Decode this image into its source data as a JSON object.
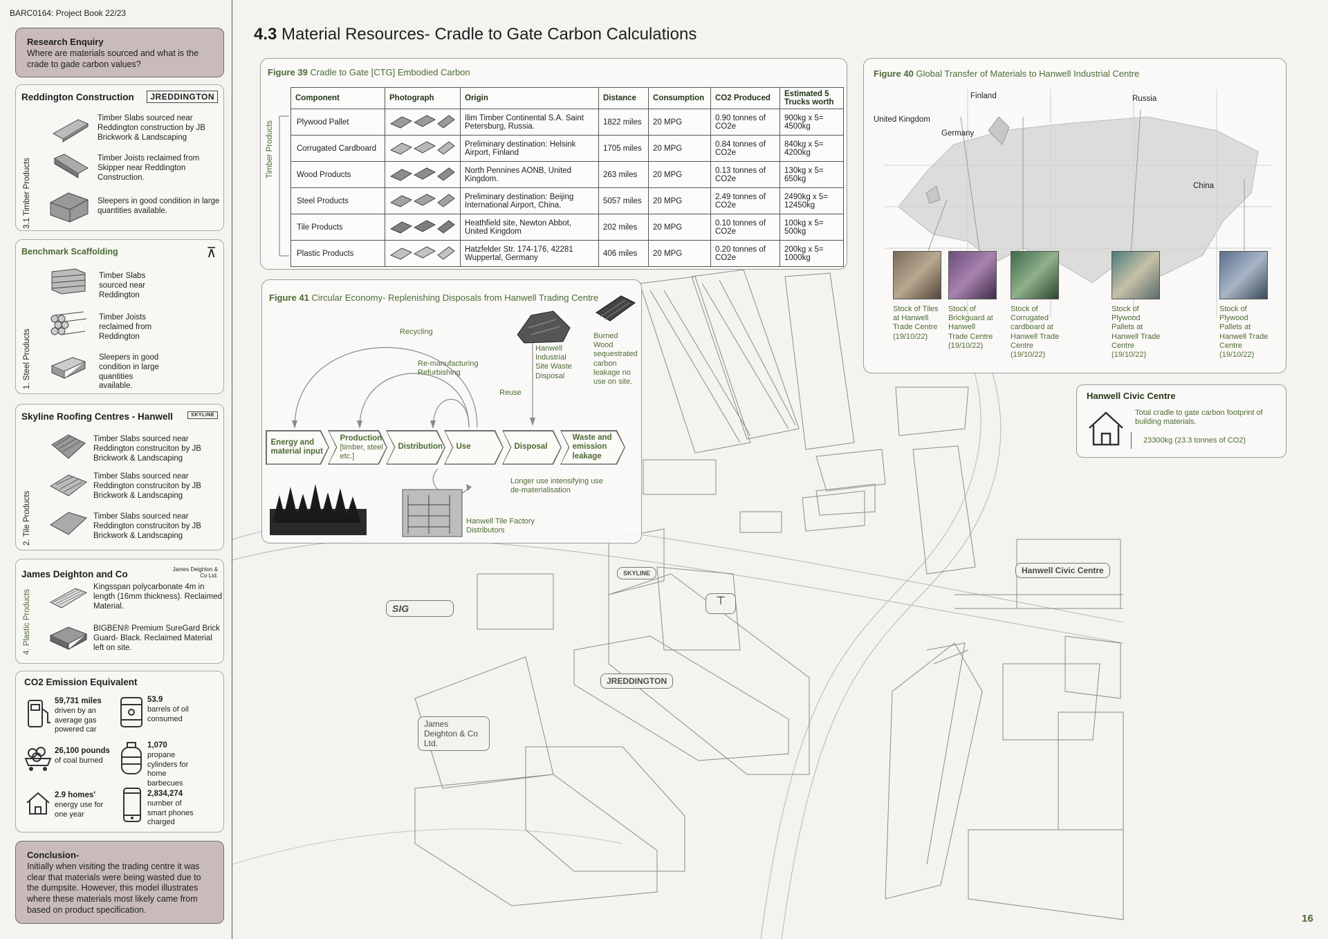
{
  "header": {
    "code": "BARC0164: Project Book 22/23",
    "page_number": "16"
  },
  "title": {
    "number": "4.3",
    "text": "Material Resources- Cradle to Gate Carbon Calculations"
  },
  "research": {
    "heading": "Research Enquiry",
    "text": "Where are materials sourced and what is the crade to gade carbon values?"
  },
  "suppliers": [
    {
      "name": "Reddington Construction",
      "logo": "JREDDINGTON",
      "category": "3.1 Timber Products",
      "items": [
        "Timber Slabs sourced near Reddington construction by JB Brickwork & Landscaping",
        "Timber Joists reclaimed from Skipper near Reddington Construction.",
        "Sleepers in good condition in large quantities available."
      ]
    },
    {
      "name": "Benchmark Scaffolding",
      "category": "1. Steel Products",
      "items": [
        "Timber Slabs sourced near Reddington",
        "Timber Joists reclaimed from Reddington",
        "Sleepers in good condition in large quantities available."
      ]
    },
    {
      "name": "Skyline Roofing Centres - Hanwell",
      "logo": "SKYLINE",
      "category": "2. Tile Products",
      "items": [
        "Timber Slabs sourced near Reddington construciton by JB Brickwork & Landscaping",
        "Timber Slabs sourced near Reddington construciton by JB Brickwork & Landscaping",
        "Timber Slabs sourced near Reddington construciton by JB Brickwork & Landscaping"
      ]
    },
    {
      "name": "James Deighton and Co",
      "logo": "James Deighton & Co Ltd.",
      "category": "4. Plastic Products",
      "items": [
        "Kingsspan polycarbonate 4m in length (16mm thickness). Reclaimed Material.",
        "BIGBEN® Premium SureGard Brick Guard- Black. Reclaimed Material left on site."
      ]
    }
  ],
  "co2_equivalent": {
    "heading": "CO2 Emission Equivalent",
    "items": [
      {
        "value": "59,731 miles",
        "desc": "driven by an average gas powered car",
        "icon": "fuel-pump-icon"
      },
      {
        "value": "53.9",
        "desc": "barrels of oil consumed",
        "icon": "oil-barrel-icon"
      },
      {
        "value": "26,100 pounds",
        "desc": "of coal burned",
        "icon": "coal-cart-icon"
      },
      {
        "value": "1,070",
        "desc": "propane cylinders for home barbecues",
        "icon": "propane-cylinder-icon"
      },
      {
        "value": "2.9 homes'",
        "desc": "energy use for one year",
        "icon": "house-icon"
      },
      {
        "value": "2,834,274",
        "desc": "number of smart phones charged",
        "icon": "smartphone-icon"
      }
    ]
  },
  "conclusion": {
    "heading": "Conclusion-",
    "text": "Initially when visiting the trading centre it was clear that materials were being wasted due to the dumpsite. However, this model illustrates where these materials most likely came from based on product specification."
  },
  "fig39": {
    "label": "Figure 39",
    "caption": "Cradle to Gate [CTG] Embodied Carbon",
    "group_label": "Timber Products",
    "headers": [
      "Component",
      "Photograph",
      "Origin",
      "Distance",
      "Consumption",
      "CO2 Produced",
      "Estimated 5 Trucks worth"
    ],
    "rows": [
      [
        "Plywood Pallet",
        "Ilim Timber Continental S.A. Saint Petersburg, Russia.",
        "1822 miles",
        "20 MPG",
        "0.90 tonnes of CO2e",
        "900kg x 5= 4500kg"
      ],
      [
        "Corrugated Cardboard",
        "Preliminary destination: Helsink Airport, Finland",
        "1705 miles",
        "20 MPG",
        "0.84 tonnes of CO2e",
        "840kg x 5= 4200kg"
      ],
      [
        "Wood Products",
        "North Pennines AONB, United Kingdom.",
        "263 miles",
        "20 MPG",
        "0.13 tonnes of CO2e",
        "130kg x 5= 650kg"
      ],
      [
        "Steel Products",
        "Preliminary destination: Beijing International Airport, China.",
        "5057 miles",
        "20 MPG",
        "2.49 tonnes of CO2e",
        "2490kg x 5= 12450kg"
      ],
      [
        "Tile Products",
        "Heathfield site, Newton Abbot, United Kingdom",
        "202 miles",
        "20 MPG",
        "0.10 tonnes of CO2e",
        "100kg x 5= 500kg"
      ],
      [
        "Plastic Products",
        "Hatzfelder Str. 174-176, 42281 Wuppertal, Germany",
        "406 miles",
        "20 MPG",
        "0.20 tonnes of CO2e",
        "200kg x 5= 1000kg"
      ]
    ]
  },
  "fig40": {
    "label": "Figure 40",
    "caption": "Global Transfer of Materials to Hanwell Industrial Centre",
    "countries": [
      "Finland",
      "Russia",
      "United Kingdom",
      "Germany",
      "China"
    ],
    "stocks": [
      "Stock of Tiles at Hanwell Trade Centre (19/10/22)",
      "Stock of Brickguard at Hanwell Trade Centre (19/10/22)",
      "Stock of Corrugated cardboard at Hanwell Trade Centre (19/10/22)",
      "Stock of Plywood Pallets at Hanwell Trade Centre (19/10/22)",
      "Stock of Plywood Pallets at Hanwell Trade Centre (19/10/22)"
    ]
  },
  "fig41": {
    "label": "Figure 41",
    "caption": "Circular Economy- Replenishing Disposals from Hanwell Trading Centre",
    "stages": [
      {
        "title": "Energy and material input",
        "sub": ""
      },
      {
        "title": "Production",
        "sub": "[timber, steel etc.]"
      },
      {
        "title": "Distribution",
        "sub": ""
      },
      {
        "title": "Use",
        "sub": ""
      },
      {
        "title": "Disposal",
        "sub": ""
      },
      {
        "title": "Waste and emission leakage",
        "sub": ""
      }
    ],
    "loops": {
      "recycling": "Recycling",
      "remanufacturing": "Re-manufacturing Refurbishing",
      "reuse": "Reuse",
      "longer_use": "Longer use intensifying use de-materialisation"
    },
    "notes": {
      "waste_disposal": "Hanwell Industrial Site Waste Disposal",
      "burned_wood": "Burned Wood sequestrated carbon leakage no use on site.",
      "tile_factory": "Hanwell Tile Factory Distributors"
    }
  },
  "civic": {
    "heading": "Hanwell Civic Centre",
    "text": "Total cradle to gate carbon footprint of building materials.",
    "value": "23300kg (23.3 tonnes of CO2)"
  },
  "map_labels": {
    "skyline": "SKYLINE",
    "sig": "SIG",
    "reddington": "JREDDINGTON",
    "deighton": "James Deighton & Co Ltd.",
    "civic": "Hanwell Civic Centre"
  }
}
